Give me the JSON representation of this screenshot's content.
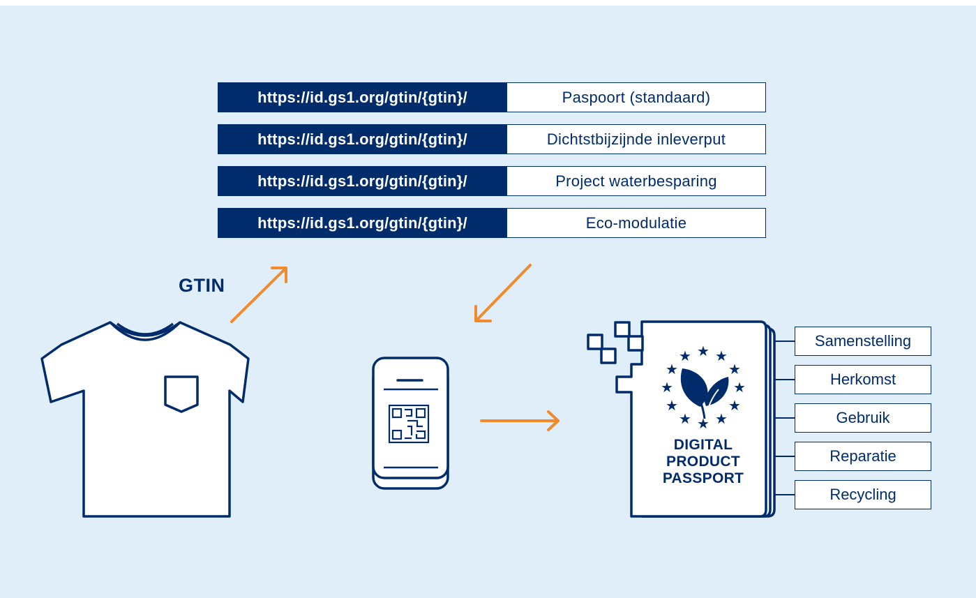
{
  "url_rows": [
    {
      "prefix": "https://id.gs1.org/gtin/{gtin}/",
      "target": "Paspoort (standaard)"
    },
    {
      "prefix": "https://id.gs1.org/gtin/{gtin}/",
      "target": "Dichtstbijzijnde inleverput"
    },
    {
      "prefix": "https://id.gs1.org/gtin/{gtin}/",
      "target": "Project waterbesparing"
    },
    {
      "prefix": "https://id.gs1.org/gtin/{gtin}/",
      "target": "Eco-modulatie"
    }
  ],
  "gtin_label": "GTIN",
  "passport": {
    "line1": "DIGITAL",
    "line2": "PRODUCT",
    "line3": "PASSPORT"
  },
  "attributes": [
    "Samenstelling",
    "Herkomst",
    "Gebruik",
    "Reparatie",
    "Recycling"
  ],
  "colors": {
    "navy": "#002c6c",
    "orange": "#f08a2c",
    "background": "#e0eefa"
  },
  "icons": [
    "tshirt-icon",
    "smartphone-qr-icon",
    "passport-book-icon",
    "eu-stars-leaf-icon"
  ]
}
